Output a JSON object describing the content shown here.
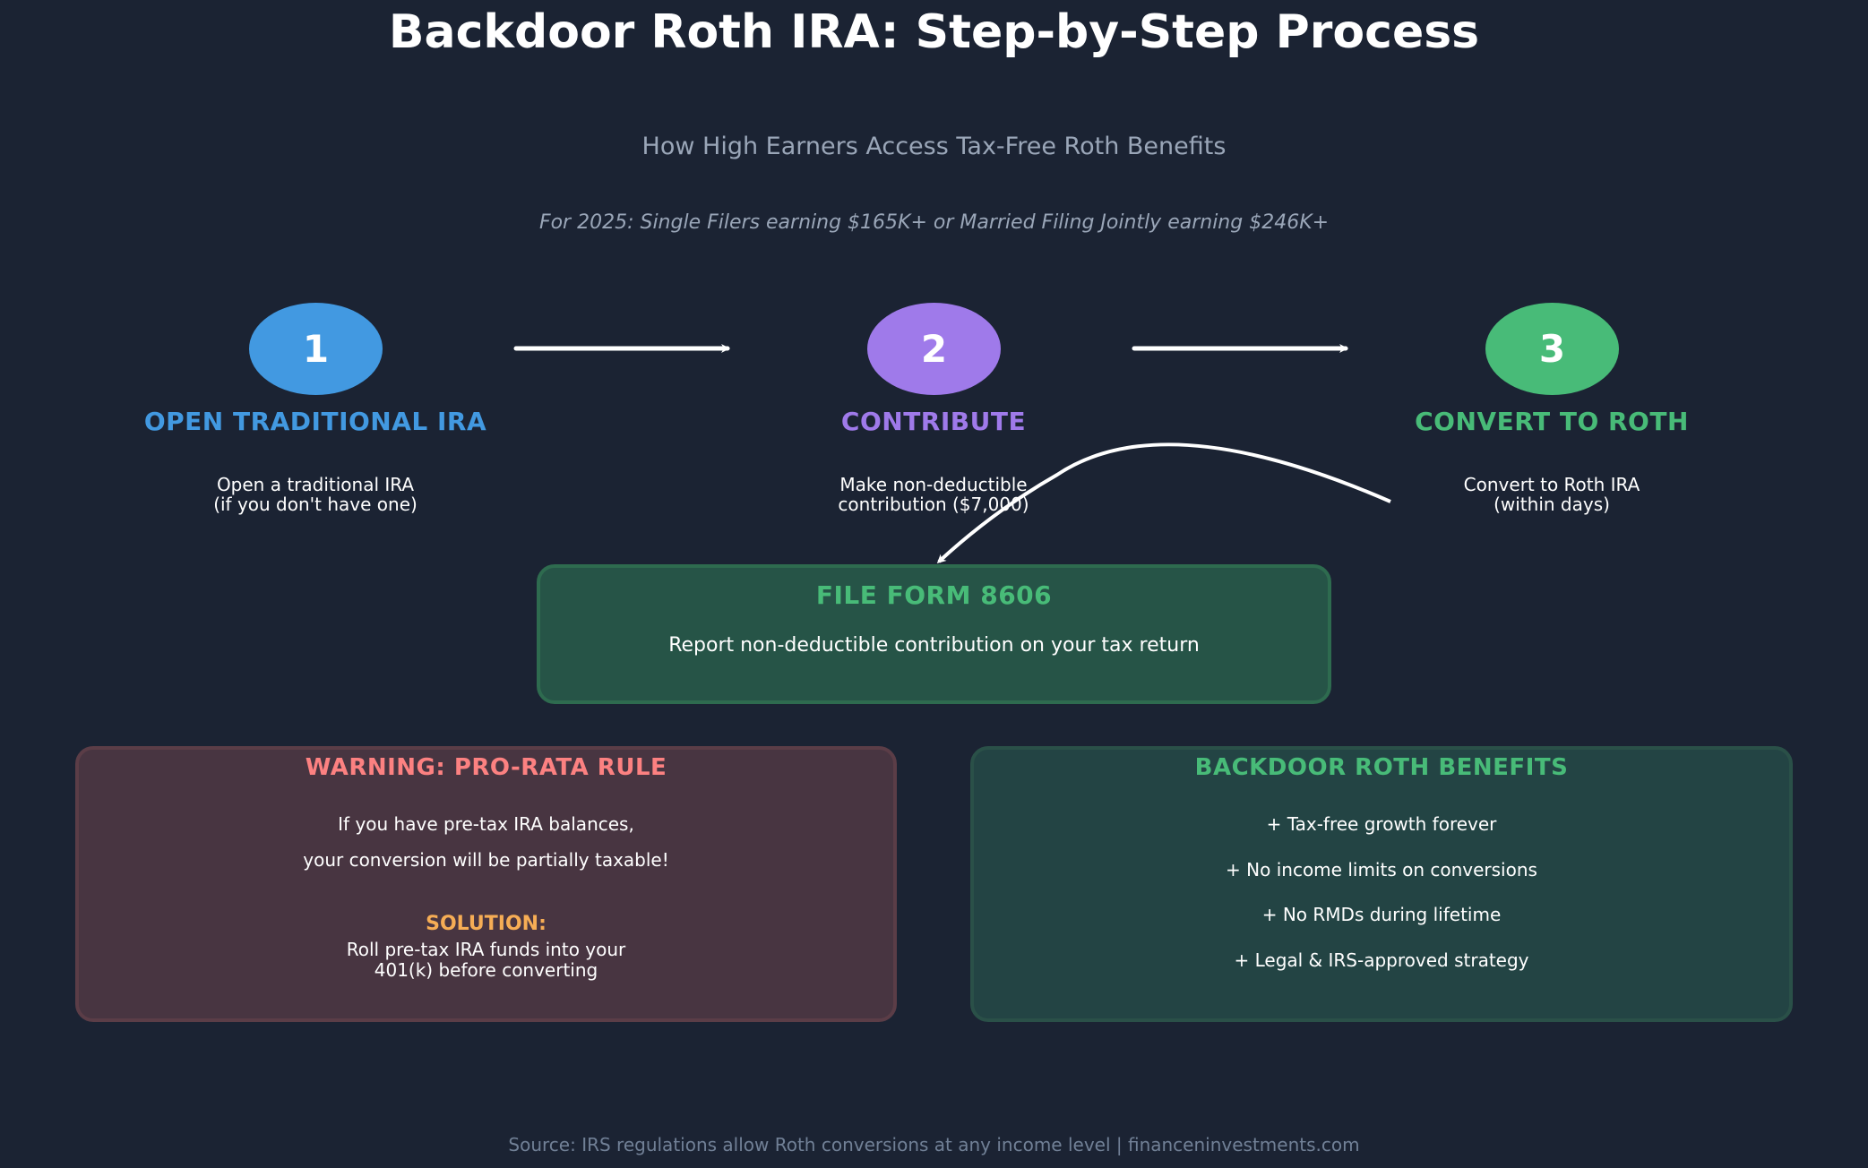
{
  "title": "Backdoor Roth IRA: Step-by-Step Process",
  "subtitle": "How High Earners Access Tax-Free Roth Benefits",
  "note": "For 2025: Single Filers earning $165K+ or Married Filing Jointly earning $246K+",
  "steps": [
    {
      "number": "1",
      "title": "OPEN TRADITIONAL IRA",
      "desc": "Open a traditional IRA\n(if you don't have one)",
      "color": "#4299e1"
    },
    {
      "number": "2",
      "title": "CONTRIBUTE",
      "desc": "Make non-deductible\ncontribution ($7,000)",
      "color": "#9f7aea"
    },
    {
      "number": "3",
      "title": "CONVERT TO ROTH",
      "desc": "Convert to Roth IRA\n(within days)",
      "color": "#48bb78"
    }
  ],
  "form": {
    "title": "FILE FORM 8606",
    "desc": "Report non-deductible contribution on your tax return"
  },
  "warning": {
    "title": "WARNING: PRO-RATA RULE",
    "lines": [
      "If you have pre-tax IRA balances,",
      "your conversion will be partially taxable!"
    ],
    "solution_label": "SOLUTION:",
    "solution_text": "Roll pre-tax IRA funds into your\n401(k) before converting"
  },
  "benefits": {
    "title": "BACKDOOR ROTH BENEFITS",
    "items": [
      "+ Tax-free growth forever",
      "+ No income limits on conversions",
      "+ No RMDs during lifetime",
      "+ Legal & IRS-approved strategy"
    ]
  },
  "source": "Source: IRS regulations allow Roth conversions at any income level | financeninvestments.com"
}
